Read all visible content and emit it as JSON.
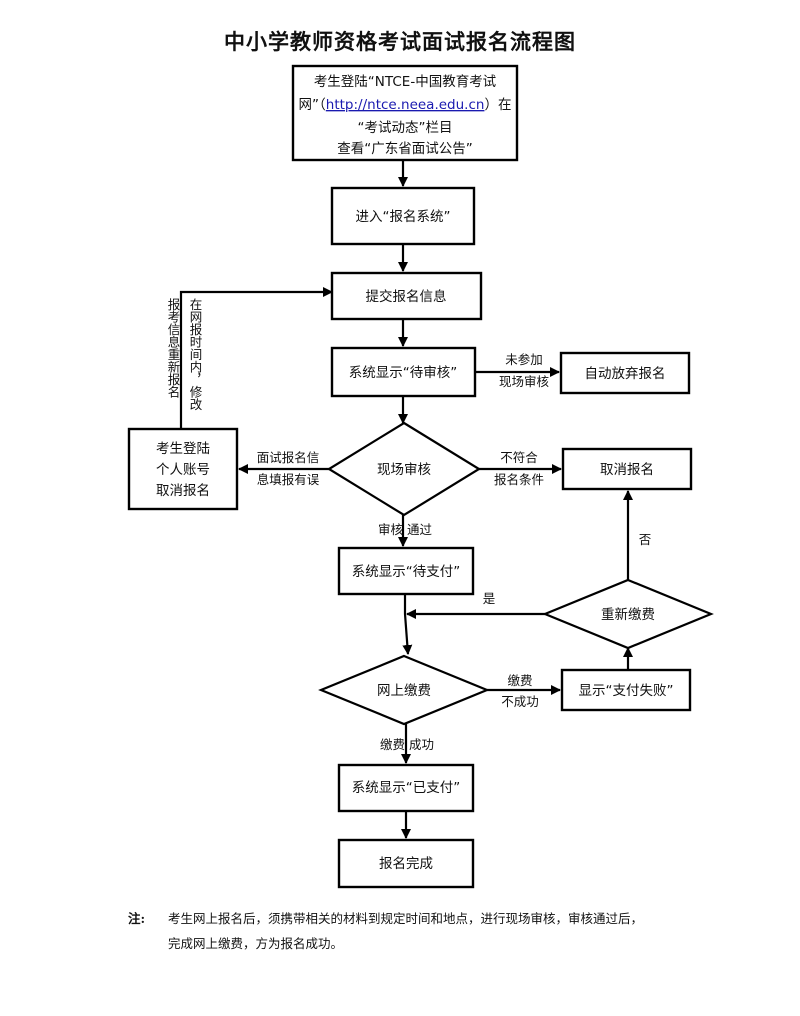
{
  "title": "中小学教师资格考试面试报名流程图",
  "nodes": {
    "start": {
      "line1": "考生登陆“NTCE-中国教育考试",
      "line2_pre": "网”（",
      "line2_link": "http://ntce.neea.edu.cn",
      "line2_post": "）在",
      "line3": "“考试动态”栏目",
      "line4": "查看“广东省面试公告”"
    },
    "enter_system": "进入“报名系统”",
    "submit_info": "提交报名信息",
    "pending_review": "系统显示“待审核”",
    "auto_abandon": "自动放弃报名",
    "onsite_review": "现场审核",
    "cancel": "取消报名",
    "login_cancel": [
      "考生登陆",
      "个人账号",
      "取消报名"
    ],
    "pending_payment": "系统显示“待支付”",
    "repay": "重新缴费",
    "online_payment": "网上缴费",
    "payment_failed": "显示“支付失败”",
    "paid": "系统显示“已支付”",
    "complete": "报名完成"
  },
  "edges": {
    "not_attend": [
      "未参加",
      "现场审核"
    ],
    "not_qualified": [
      "不符合",
      "报名条件"
    ],
    "info_error": [
      "面试报名信",
      "息填报有误"
    ],
    "review_pass": "审核 通过",
    "no": "否",
    "yes": "是",
    "pay_failed": [
      "缴费",
      "不成功"
    ],
    "pay_success": "缴费 成功",
    "resubmit_col1": "报考信息重新报名",
    "resubmit_col2": "在网报时间内，修改"
  },
  "note": {
    "label": "注:",
    "line1": "考生网上报名后，须携带相关的材料到规定时间和地点，进行现场审核，审核通过后，",
    "line2": "完成网上缴费，方为报名成功。"
  }
}
